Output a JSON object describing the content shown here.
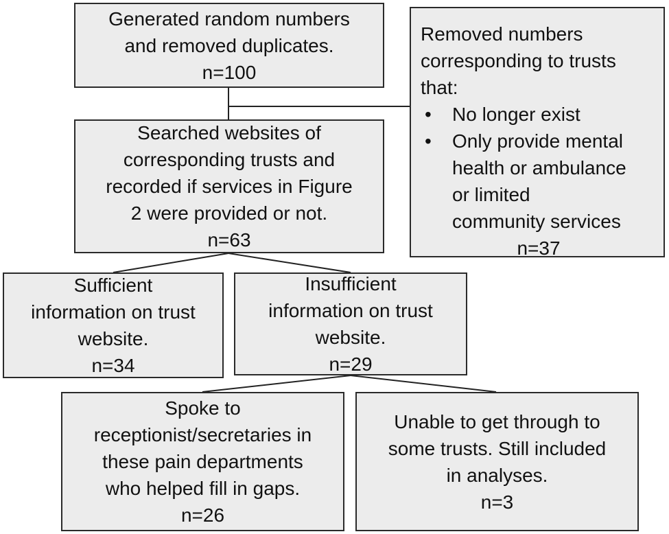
{
  "boxes": {
    "generated": {
      "lines": [
        "Generated random numbers",
        "and removed duplicates."
      ],
      "n": "n=100"
    },
    "removed": {
      "intro_lines": [
        "Removed numbers",
        "corresponding to trusts",
        "that:"
      ],
      "bullets": [
        [
          "No longer exist"
        ],
        [
          "Only provide mental",
          "health or ambulance",
          "or limited",
          "community services"
        ]
      ],
      "n": "n=37"
    },
    "searched": {
      "lines": [
        "Searched websites of",
        "corresponding trusts and",
        "recorded if services in Figure",
        "2 were provided or not."
      ],
      "n": "n=63"
    },
    "sufficient": {
      "lines": [
        "Sufficient",
        "information on trust",
        "website."
      ],
      "n": "n=34"
    },
    "insufficient": {
      "lines": [
        "Insufficient",
        "information on trust",
        "website."
      ],
      "n": "n=29"
    },
    "spoke": {
      "lines": [
        "Spoke to",
        "receptionist/secretaries in",
        "these pain departments",
        "who helped fill in gaps."
      ],
      "n": "n=26"
    },
    "unable": {
      "lines": [
        "Unable to get through to",
        "some trusts. Still included",
        "in analyses."
      ],
      "n": "n=3"
    }
  }
}
